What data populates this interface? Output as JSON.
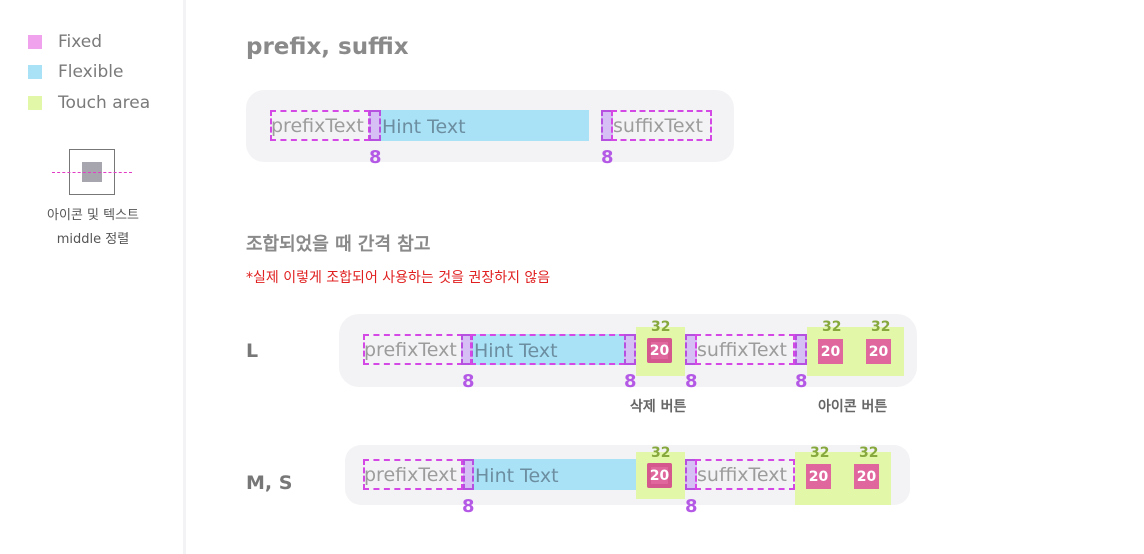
{
  "legend": {
    "items": [
      {
        "label": "Fixed",
        "color": "#f0a3ec"
      },
      {
        "label": "Flexible",
        "color": "#a9e1f6"
      },
      {
        "label": "Touch area",
        "color": "#e2f7a7"
      }
    ],
    "align_note_line1": "아이콘 및 텍스트",
    "align_note_line2": "middle 정렬"
  },
  "section1": {
    "title": "prefix, suffix",
    "prefix": "prefixText",
    "hint": "Hint Text",
    "suffix": "suffixText",
    "gap_left": "8",
    "gap_right": "8"
  },
  "section2": {
    "title": "조합되었을 때 간격 참고",
    "note": "*실제 이렇게 조합되어 사용하는 것을 권장하지 않음"
  },
  "row_l": {
    "label": "L",
    "prefix": "prefixText",
    "hint": "Hint Text",
    "suffix": "suffixText",
    "delete_icon": "20",
    "delete_touch": "32",
    "icon1": "20",
    "icon2": "20",
    "icon1_touch": "32",
    "icon2_touch": "32",
    "gap1": "8",
    "gap2": "8",
    "gap3": "8",
    "gap4": "8",
    "delete_caption": "삭제 버튼",
    "icon_caption": "아이콘 버튼"
  },
  "row_ms": {
    "label": "M, S",
    "prefix": "prefixText",
    "hint": "Hint Text",
    "suffix": "suffixText",
    "delete_icon": "20",
    "delete_touch": "32",
    "icon1": "20",
    "icon2": "20",
    "icon1_touch": "32",
    "icon2_touch": "32",
    "gap1": "8",
    "gap2": "8"
  }
}
